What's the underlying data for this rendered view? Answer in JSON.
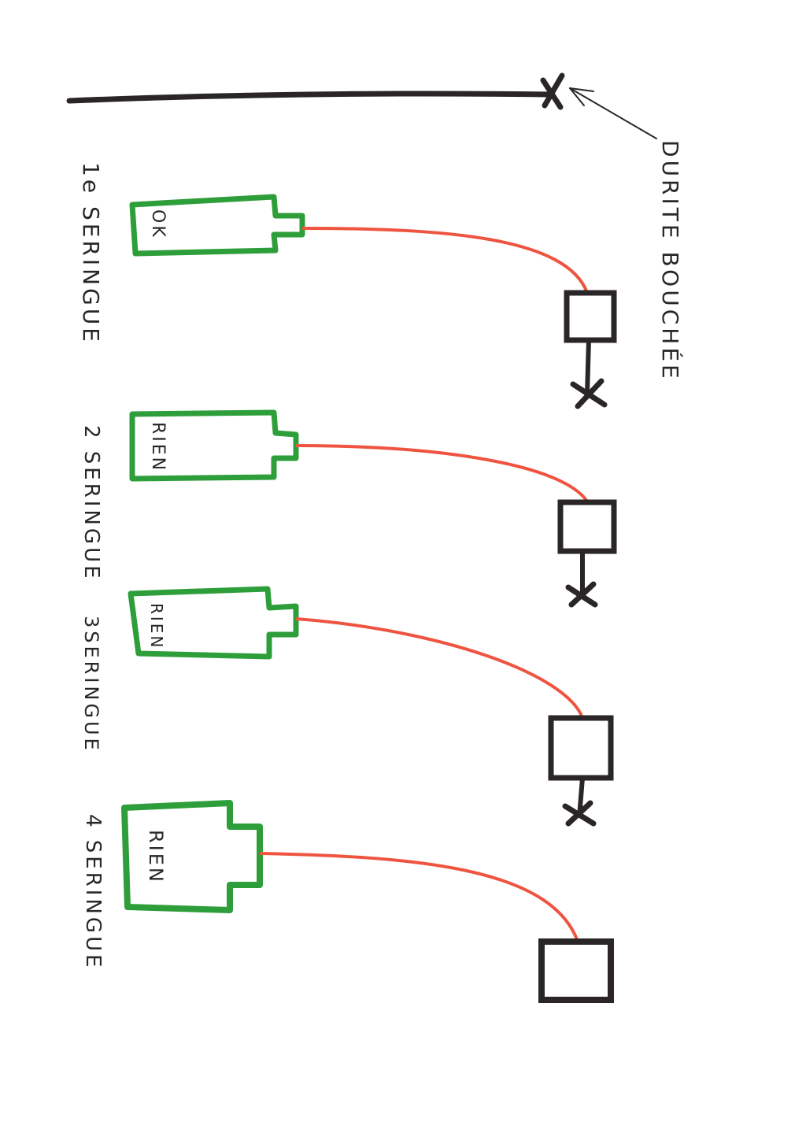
{
  "colors": {
    "ink": "#2a2628",
    "syringe": "#2e9e3a",
    "tube": "#ee5440",
    "paper": "#ffffff"
  },
  "blocked_hose": {
    "label": "DURITE BOUCHÉE"
  },
  "syringes": [
    {
      "side_label": "1e SERINGUE",
      "content_label": "OK",
      "end_cap": true
    },
    {
      "side_label": "2 SERINGUE",
      "content_label": "RIEN",
      "end_cap": true
    },
    {
      "side_label": "3SERINGUE",
      "content_label": "RIEN",
      "end_cap": true
    },
    {
      "side_label": "4 SERINGUE",
      "content_label": "RIEN",
      "end_cap": false
    }
  ]
}
